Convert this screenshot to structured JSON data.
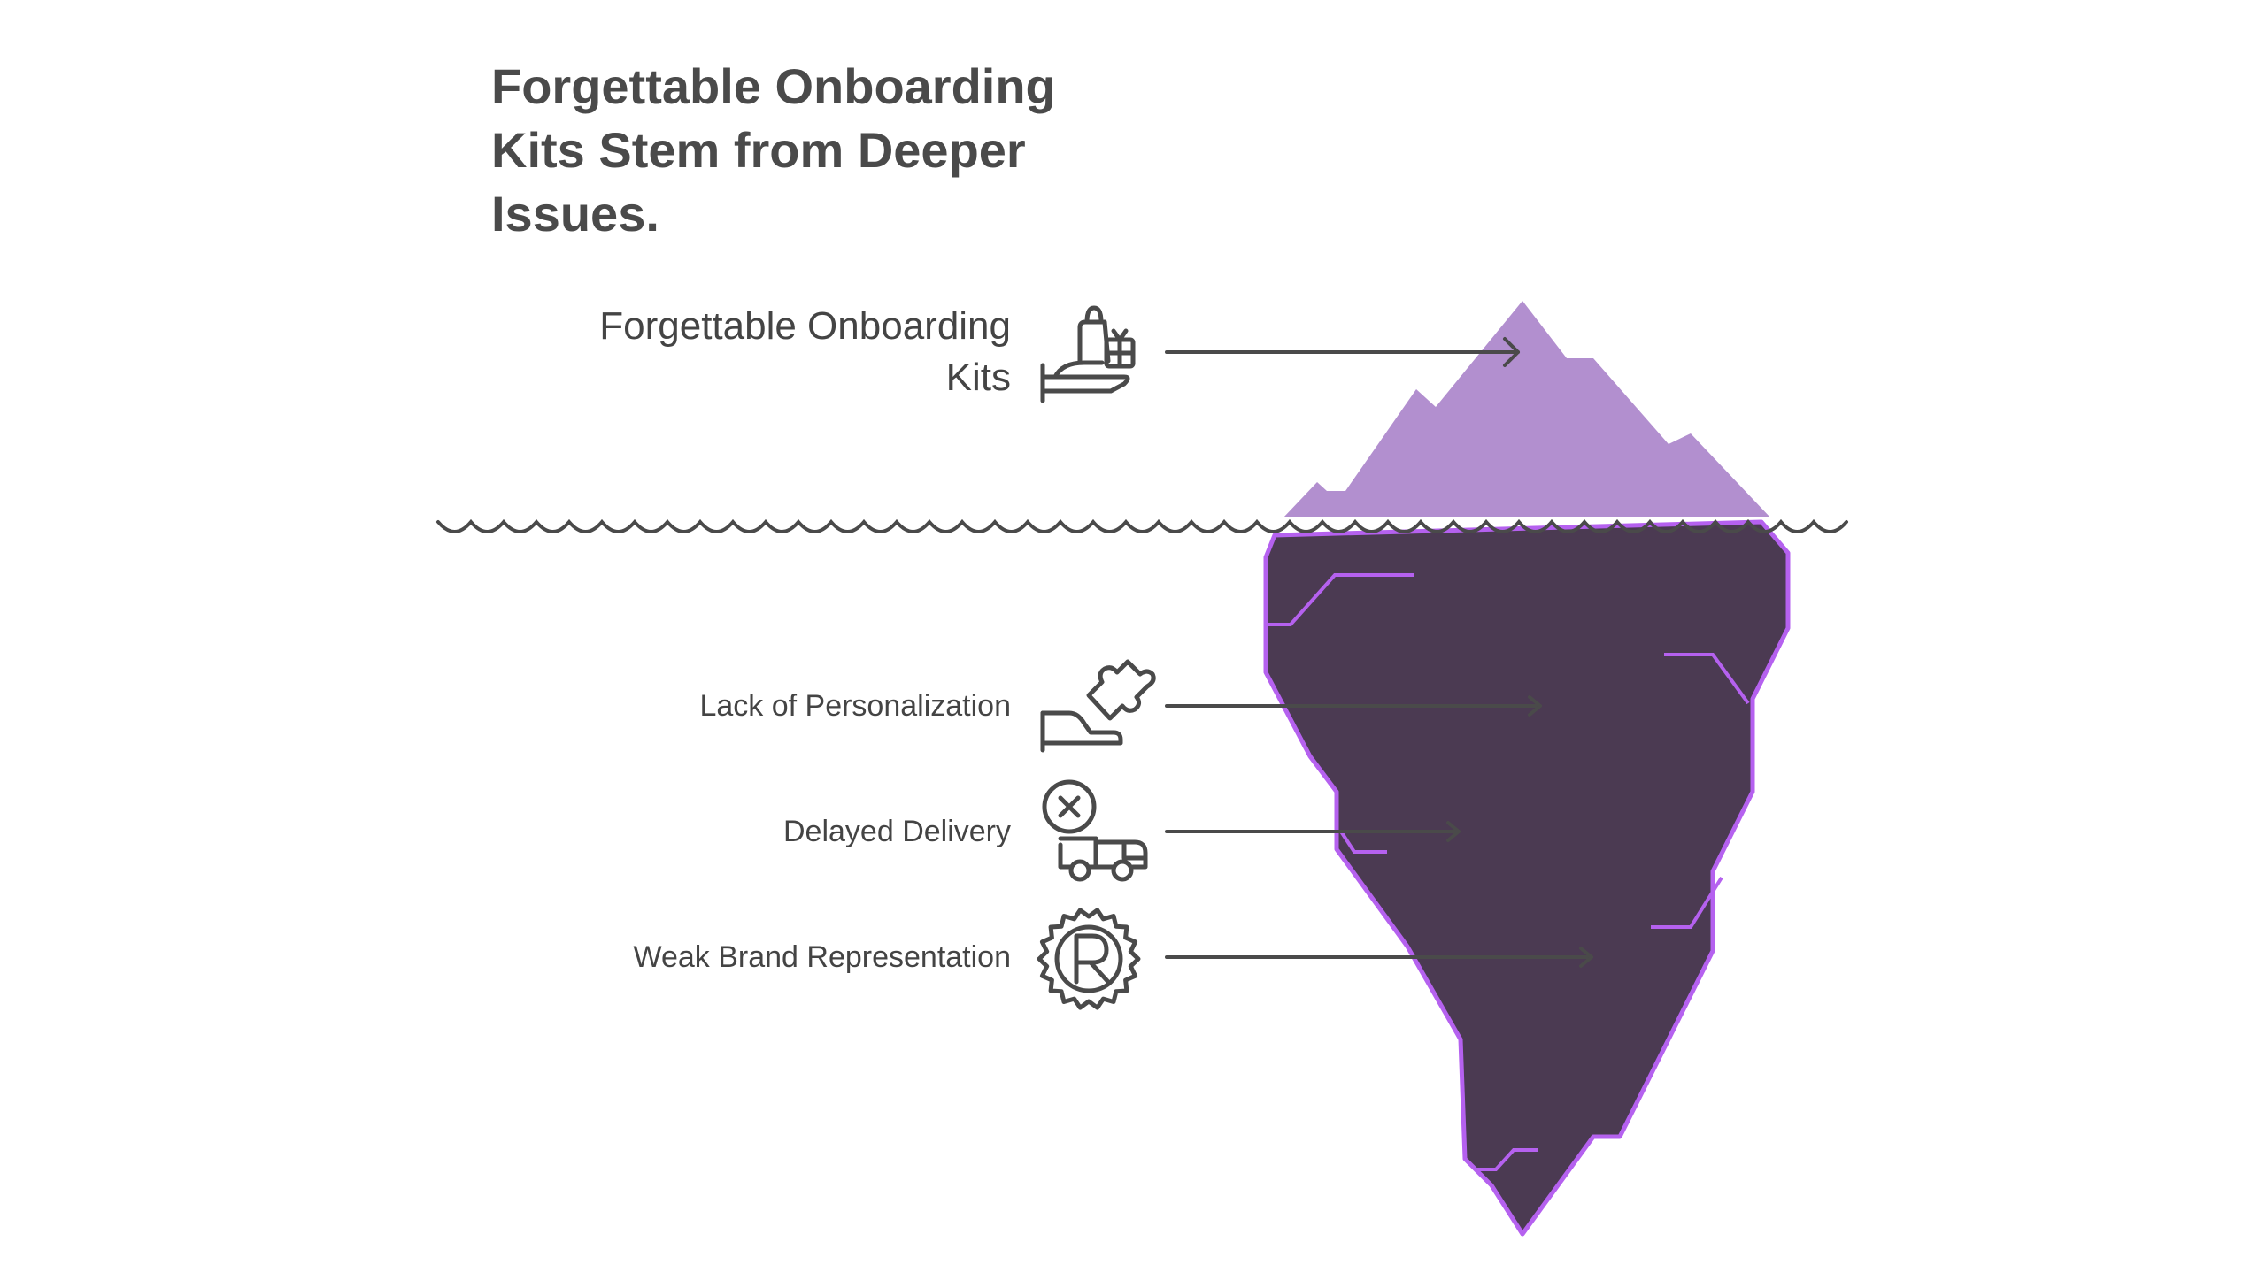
{
  "title": "Forgettable Onboarding Kits Stem from Deeper Issues.",
  "tip": {
    "label_line1": "Forgettable Onboarding",
    "label_line2": "Kits",
    "icon": "hand-holding-gift-bag-icon"
  },
  "causes": [
    {
      "label": "Lack of Personalization",
      "icon": "hand-holding-puzzle-piece-icon"
    },
    {
      "label": "Delayed Delivery",
      "icon": "delivery-truck-cancel-icon"
    },
    {
      "label": "Weak Brand Representation",
      "icon": "registered-trademark-gear-icon"
    }
  ],
  "colors": {
    "tip_fill": "#b28fcf",
    "base_fill": "#4b3a52",
    "base_outline": "#b561ef",
    "line": "#4a4a4a",
    "text": "#444444"
  }
}
